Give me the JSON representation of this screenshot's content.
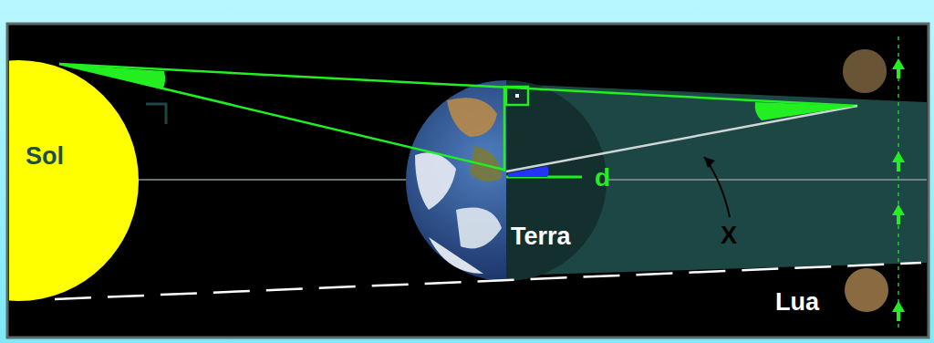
{
  "diagram": {
    "labels": [
      "Sol",
      "d",
      "Terra",
      "X",
      "Lua"
    ]
  }
}
